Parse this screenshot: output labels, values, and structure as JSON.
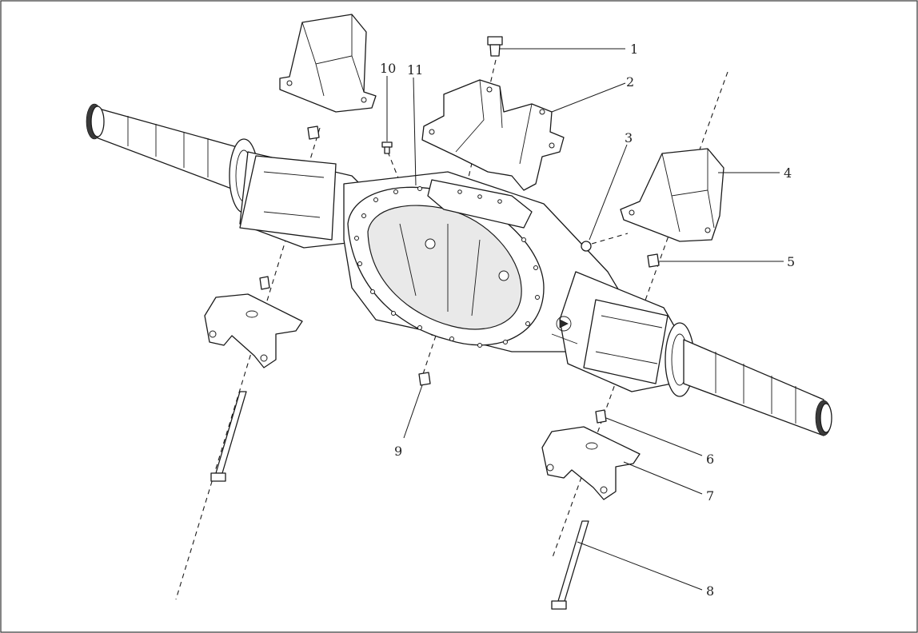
{
  "callouts": [
    {
      "id": "1",
      "label": "1"
    },
    {
      "id": "2",
      "label": "2"
    },
    {
      "id": "3",
      "label": "3"
    },
    {
      "id": "4",
      "label": "4"
    },
    {
      "id": "5",
      "label": "5"
    },
    {
      "id": "6",
      "label": "6"
    },
    {
      "id": "7",
      "label": "7"
    },
    {
      "id": "8",
      "label": "8"
    },
    {
      "id": "9",
      "label": "9"
    },
    {
      "id": "10",
      "label": "10"
    },
    {
      "id": "11",
      "label": "11"
    }
  ],
  "icons": {
    "logo": "manufacturer-logo-icon"
  },
  "colors": {
    "line": "#1a1a1a",
    "background": "#ffffff",
    "border": "#333333"
  }
}
